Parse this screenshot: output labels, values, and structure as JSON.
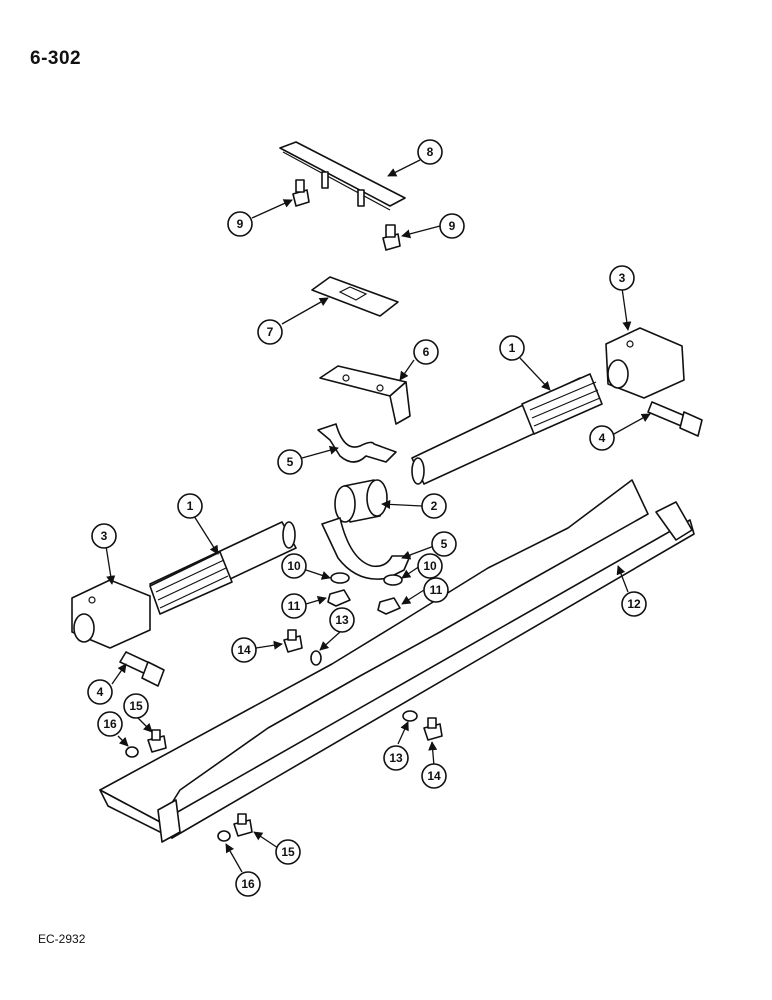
{
  "header": {
    "page_number": "6-302"
  },
  "footer": {
    "figure_code": "EC-2932"
  },
  "callouts": [
    "1",
    "1",
    "2",
    "3",
    "3",
    "4",
    "4",
    "5",
    "5",
    "6",
    "7",
    "8",
    "9",
    "9",
    "10",
    "10",
    "11",
    "11",
    "12",
    "13",
    "13",
    "14",
    "14",
    "15",
    "15",
    "16",
    "16"
  ]
}
